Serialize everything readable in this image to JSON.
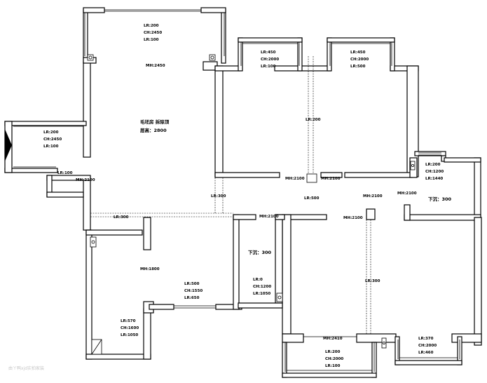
{
  "labels": {
    "top_room": [
      "LR:200",
      "CH:2450",
      "LR:100"
    ],
    "top_door": "MH:2450",
    "living_room": [
      "毛坯房  拆除顶",
      "层高：2800"
    ],
    "left_balcony": [
      "LR:200",
      "CH:2450",
      "LR:100"
    ],
    "left_balcony_sill": "LR:100",
    "left_door": "MH:2100",
    "bedroom_win1": [
      "LR:450",
      "CH:2000",
      "LR:100"
    ],
    "bedroom_win2": [
      "LR:450",
      "CH:2000",
      "LR:500"
    ],
    "bedroom_ceiling": "LR:200",
    "door_a": "MH:2100",
    "door_b": "MH:2100",
    "beam_center": "LR:500",
    "beam_left_vertical": "LR:300",
    "beam_horizontal": "LR:300",
    "right_room_win": [
      "LR:200",
      "CH:1200",
      "LR:1440"
    ],
    "right_room_drop": "下沉：300",
    "right_door_1": "MH:2100",
    "right_door_2": "MH:2100",
    "right_door_3": "MH:2100",
    "corridor_door": "MH:2100",
    "bath_drop": "下沉：300",
    "bath_win": [
      "LR:0",
      "CH:1200",
      "LR:1050"
    ],
    "kitchen_door": "MH:1800",
    "kitchen_win": [
      "LR:500",
      "CH:1550",
      "LR:650"
    ],
    "kitchen_corner_win": [
      "LR:570",
      "CH:1600",
      "LR:1050"
    ],
    "master_beam": "LR:300",
    "master_door": "MH:2410",
    "bottom_win": [
      "LR:200",
      "CH:2000",
      "LR:100"
    ],
    "bottom_right_win": [
      "LR:370",
      "CH:2000",
      "LR:460"
    ]
  },
  "watermark": "由ㄚ鸭xjd实拍家装"
}
